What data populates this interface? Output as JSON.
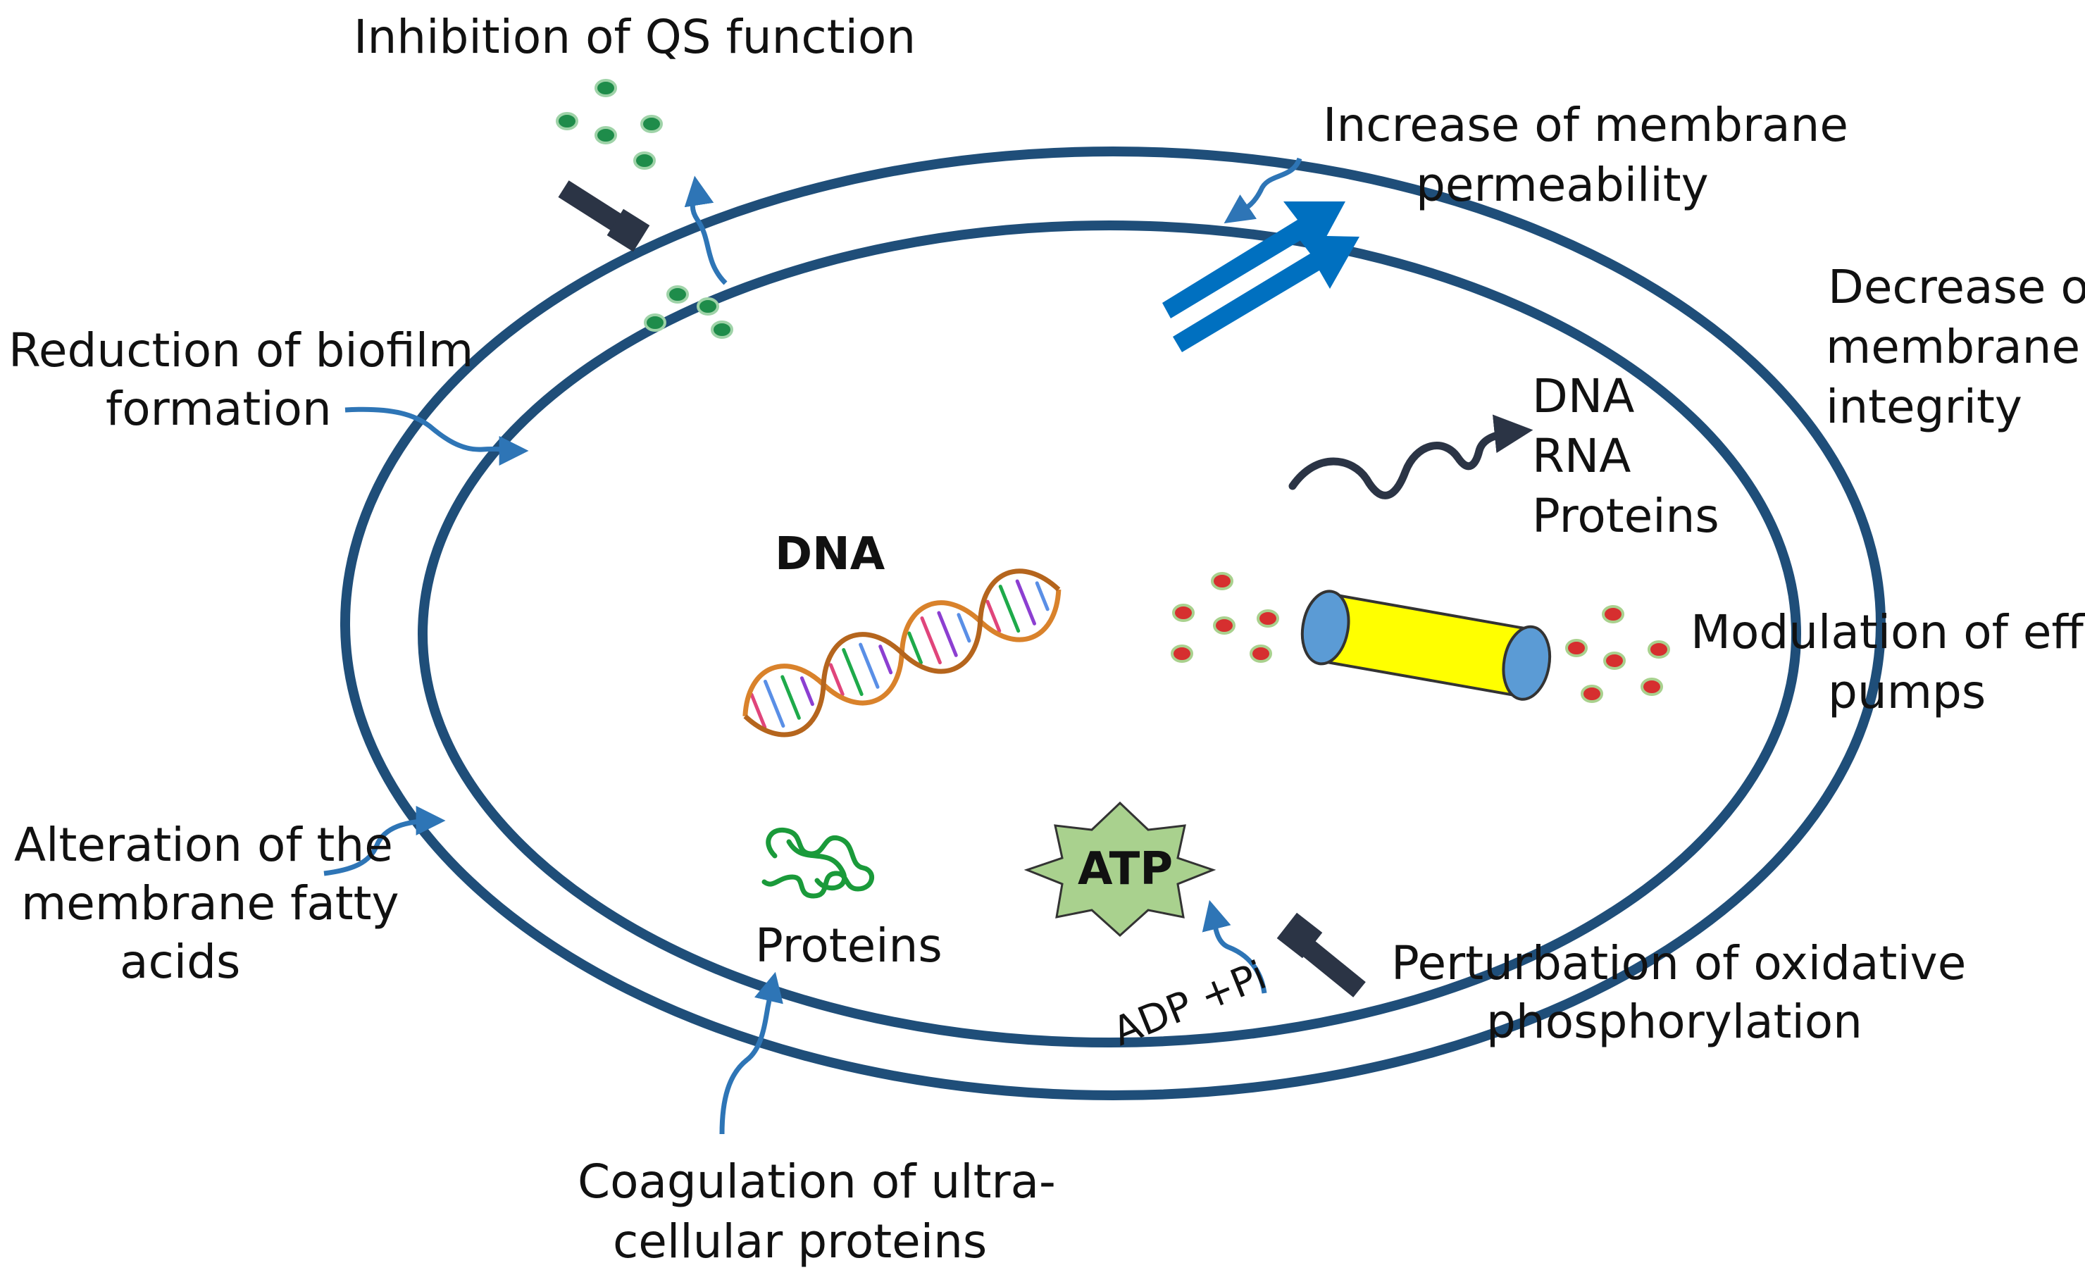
{
  "colors": {
    "membrane": "#1f4e79",
    "arrow_blue": "#2e75b6",
    "dark_arrow": "#2b3445",
    "qs_dot": "#1e8c4a",
    "efflux_dot": "#d62f2f",
    "pump_body": "#ffff00",
    "pump_cap": "#5b9bd5",
    "atp_fill": "#a9d18e",
    "protein_green": "#1a9a3a"
  },
  "labels": {
    "qs": "Inhibition of QS function",
    "permeability_1": "Increase of membrane",
    "permeability_2": "permeability",
    "integrity_1": "Decrease of",
    "integrity_2": "membrane",
    "integrity_3": "integrity",
    "leak_1": "DNA",
    "leak_2": "RNA",
    "leak_3": "Proteins",
    "biofilm_1": "Reduction of biofilm",
    "biofilm_2": "formation",
    "dna": "DNA",
    "efflux_1": "Modulation of efflux",
    "efflux_2": "pumps",
    "fatty_1": "Alteration of the",
    "fatty_2": "membrane fatty",
    "fatty_3": "acids",
    "proteins": "Proteins",
    "atp": "ATP",
    "adp": "ADP +Pi",
    "oxphos_1": "Perturbation  of oxidative",
    "oxphos_2": "phosphorylation",
    "coag_1": "Coagulation of ultra-",
    "coag_2": "cellular proteins"
  },
  "icons": {
    "dna": "dna-double-helix-icon",
    "protein": "folded-protein-icon",
    "atp": "atp-star-icon",
    "pump": "efflux-pump-cylinder-icon"
  }
}
